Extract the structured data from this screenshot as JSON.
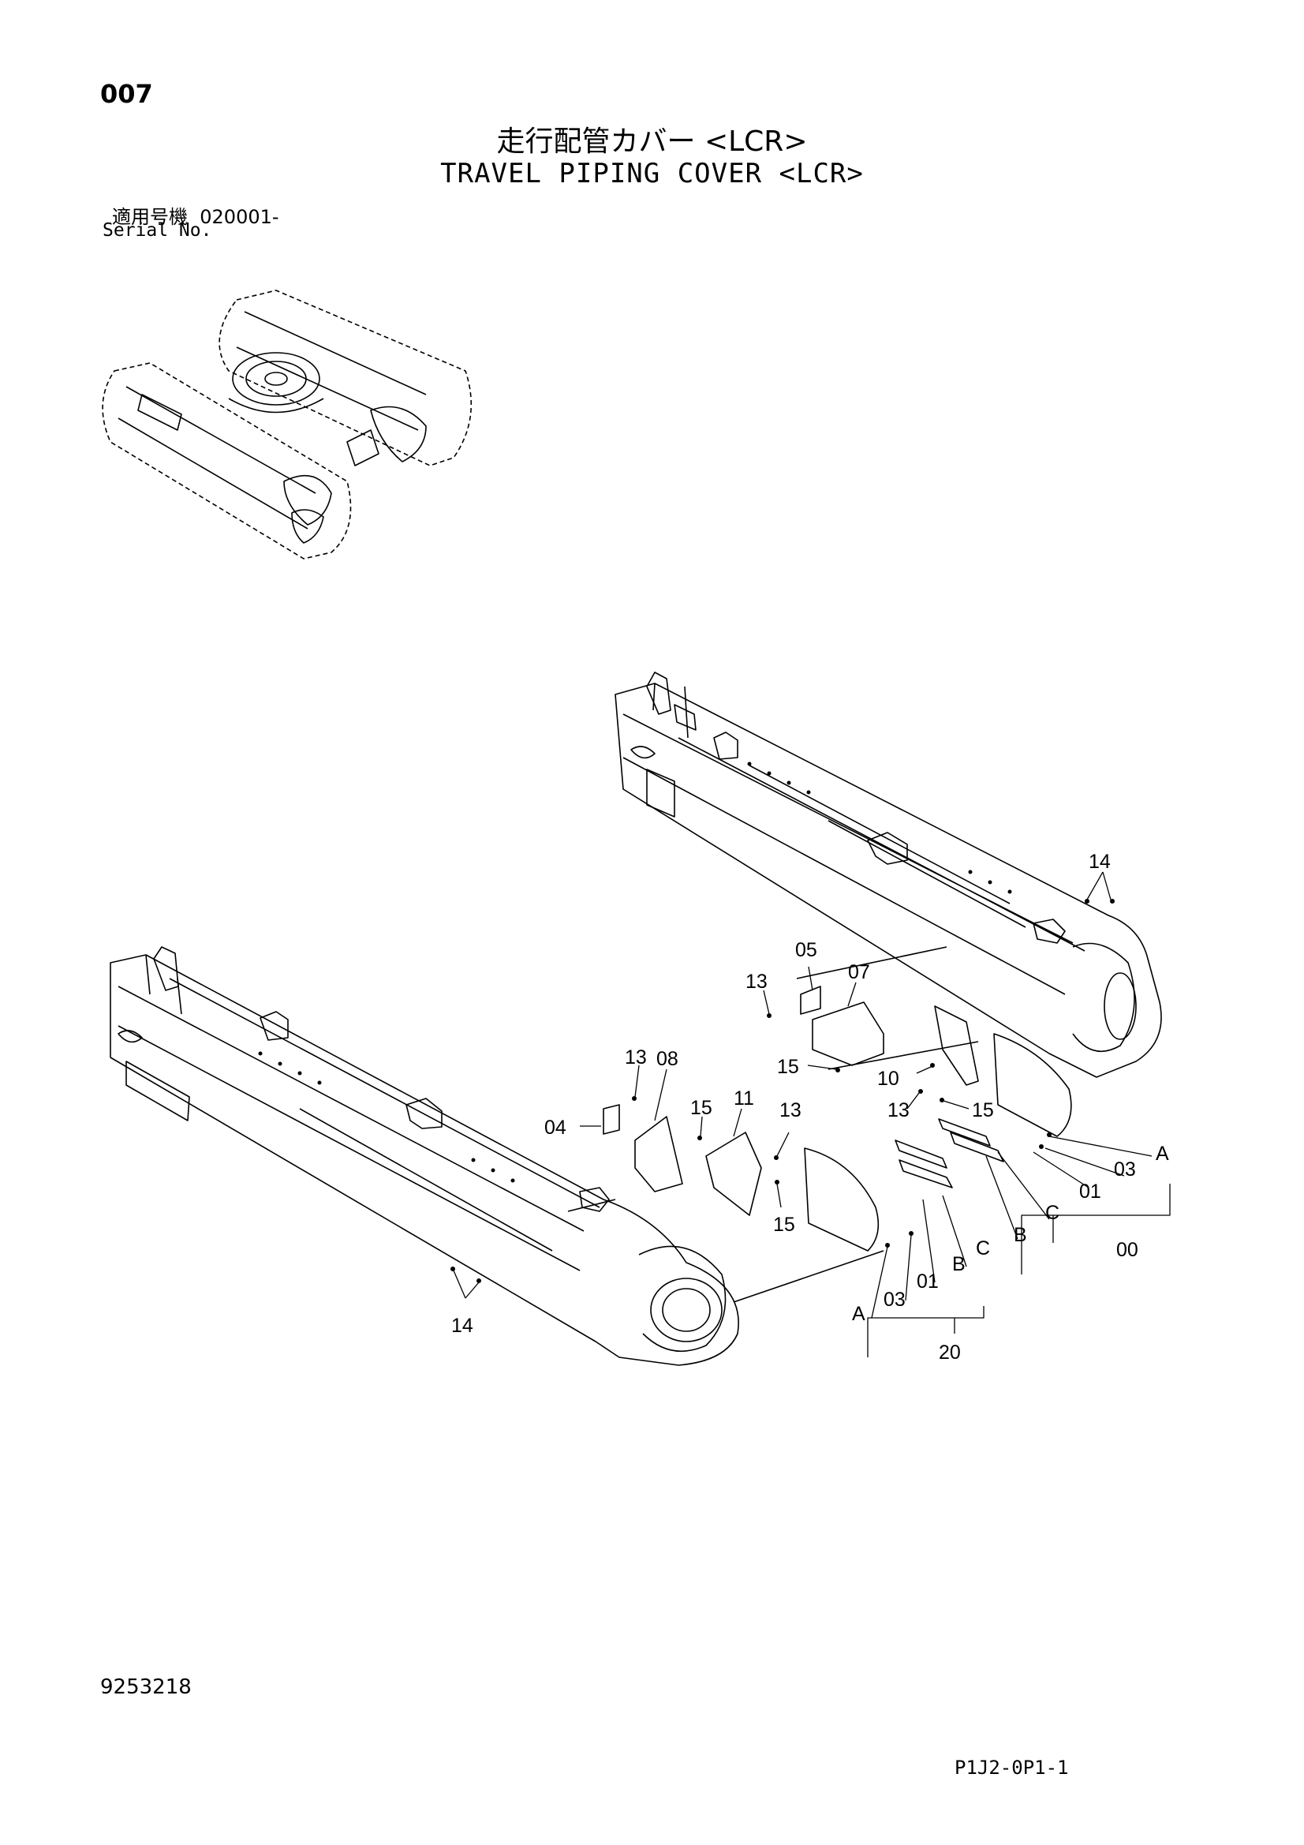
{
  "header": {
    "page_number": "007",
    "title_ja": "走行配管カバー <LCR>",
    "title_en": "TRAVEL PIPING COVER <LCR>",
    "serial_label_ja": "適用号機",
    "serial_value": "020001-",
    "serial_label_en": "Serial No."
  },
  "callouts": {
    "c14a": "14",
    "c05": "05",
    "c07": "07",
    "c13a": "13",
    "c15a": "15",
    "c10": "10",
    "c13b": "13",
    "c15b": "15",
    "cA1": "A",
    "c03a": "03",
    "c01a": "01",
    "cC1": "C",
    "cB1": "B",
    "c00": "00",
    "c13c": "13",
    "c08": "08",
    "c04": "04",
    "c15c": "15",
    "c11": "11",
    "c13d": "13",
    "c15d": "15",
    "c14b": "14",
    "cA2": "A",
    "c03b": "03",
    "c01b": "01",
    "cB2": "B",
    "cC2": "C",
    "c20": "20"
  },
  "footer": {
    "document_number": "9253218",
    "page_code": "P1J2-0P1-1"
  }
}
